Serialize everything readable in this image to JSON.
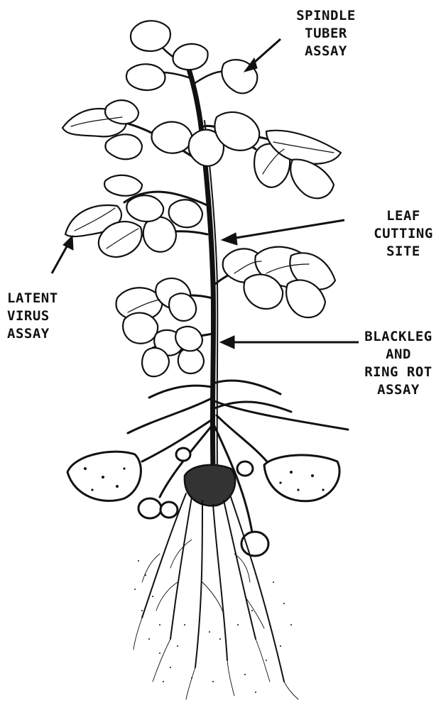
{
  "labels": {
    "spindle_tuber": [
      "SPINDLE",
      "TUBER",
      "ASSAY"
    ],
    "leaf_cutting": [
      "LEAF",
      "CUTTING",
      "SITE"
    ],
    "latent_virus": [
      "LATENT",
      "VIRUS",
      "ASSAY"
    ],
    "blackleg": [
      "BLACKLEG",
      "AND",
      "RING ROT",
      "ASSAY"
    ]
  },
  "colors": {
    "ink": "#111111",
    "paper": "#ffffff"
  },
  "icons": [
    "potato-plant-illustration",
    "arrow"
  ]
}
